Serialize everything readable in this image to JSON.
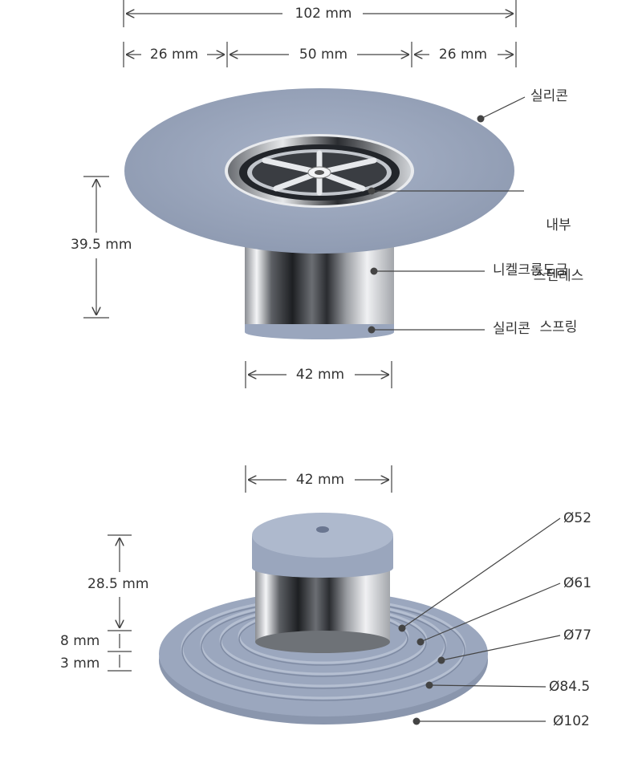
{
  "top_view": {
    "width_total": "102 mm",
    "width_left": "26 mm",
    "width_mid": "50 mm",
    "width_right": "26 mm",
    "height": "39.5 mm",
    "base_width": "42 mm",
    "callouts": {
      "silicone_top": "실리콘",
      "inner_spring_l1": "내부",
      "inner_spring_l2": "스텐레스",
      "inner_spring_l3": "스프링",
      "nickel_chrome": "니켈크롬도금",
      "silicone_bottom": "실리콘"
    }
  },
  "bottom_view": {
    "width": "42 mm",
    "height_cyl": "28.5 mm",
    "height_ring1": "8 mm",
    "height_ring2": "3 mm",
    "diameters": [
      "Ø52",
      "Ø61",
      "Ø77",
      "Ø84.5",
      "Ø102"
    ]
  },
  "colors": {
    "silicone": "#9aa6bd",
    "silicone_dark": "#7f8ba3",
    "chrome": "#c9ccd1",
    "line": "#444444"
  }
}
